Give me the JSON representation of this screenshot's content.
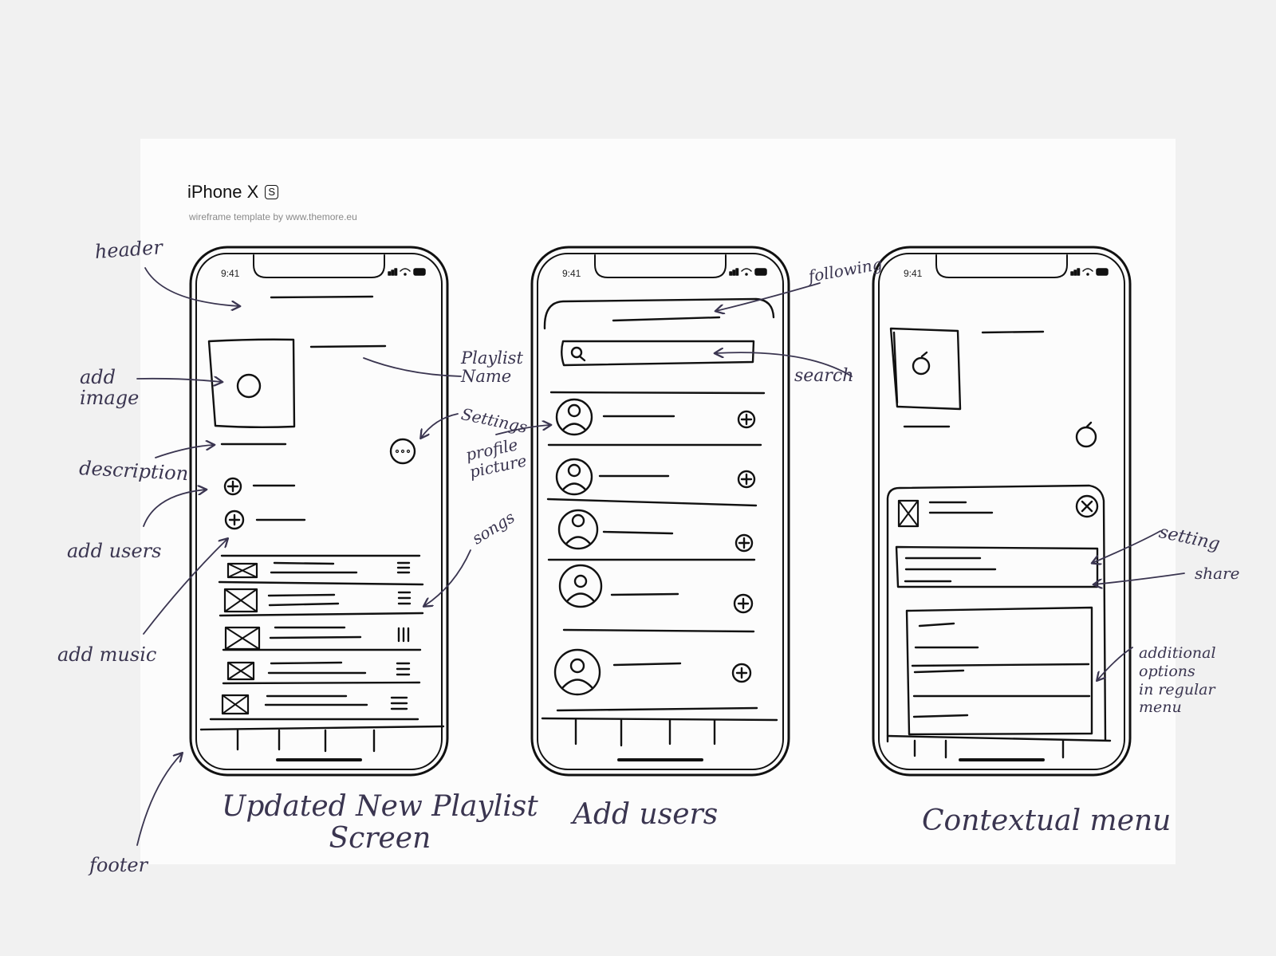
{
  "template": {
    "title": "iPhone X",
    "badge": "S",
    "subtitle": "wireframe template by www.themore.eu"
  },
  "status_time": "9:41",
  "annotations": {
    "header": "header",
    "add_image": "add\nimage",
    "description": "description",
    "add_users": "add users",
    "add_music": "add music",
    "footer": "footer",
    "playlist_name": "Playlist\nName",
    "settings": "Settings",
    "profile_picture": "profile\npicture",
    "songs": "songs",
    "following": "following",
    "search": "search",
    "setting": "setting",
    "share": "share",
    "additional_options": "additional\noptions\nin regular\nmenu"
  },
  "captions": {
    "screen1": "Updated New Playlist\nScreen",
    "screen2": "Add users",
    "screen3": "Contextual menu"
  },
  "colors": {
    "ink": "#111111",
    "handwriting": "#3a3550",
    "paper": "#fcfcfc",
    "background": "#f1f1f1"
  }
}
